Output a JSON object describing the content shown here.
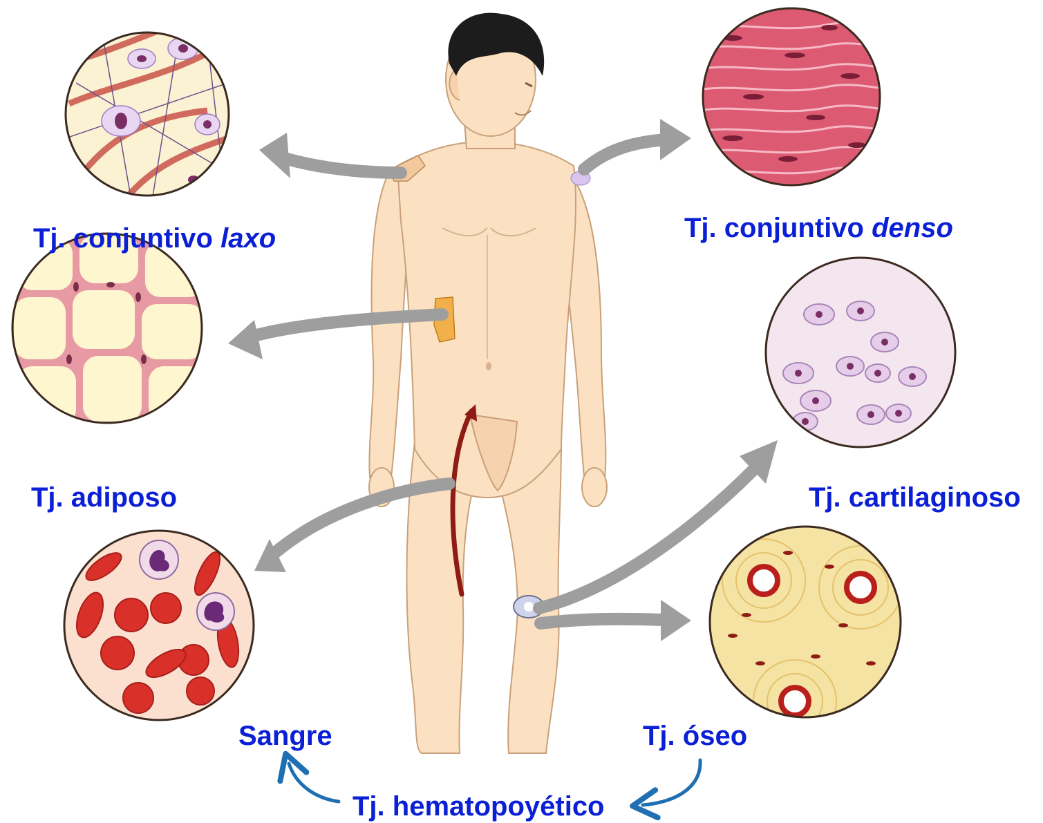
{
  "labels": {
    "laxo": {
      "prefix": "Tj. conjuntivo ",
      "emphasis": "laxo"
    },
    "denso": {
      "prefix": "Tj. conjuntivo ",
      "emphasis": "denso"
    },
    "adiposo": "Tj. adiposo",
    "cartilaginoso": "Tj. cartilaginoso",
    "sangre": "Sangre",
    "oseo": "Tj. óseo",
    "hematopoyetico": "Tj. hematopoyético"
  },
  "colors": {
    "label_text": "#0a1fd6",
    "pointer_arrows": "#9e9e9e",
    "hematopoietic_arrows": "#1f6fb2",
    "skin": "#fbe1c2",
    "blood_vessel_arrow": "#8e1b14"
  }
}
